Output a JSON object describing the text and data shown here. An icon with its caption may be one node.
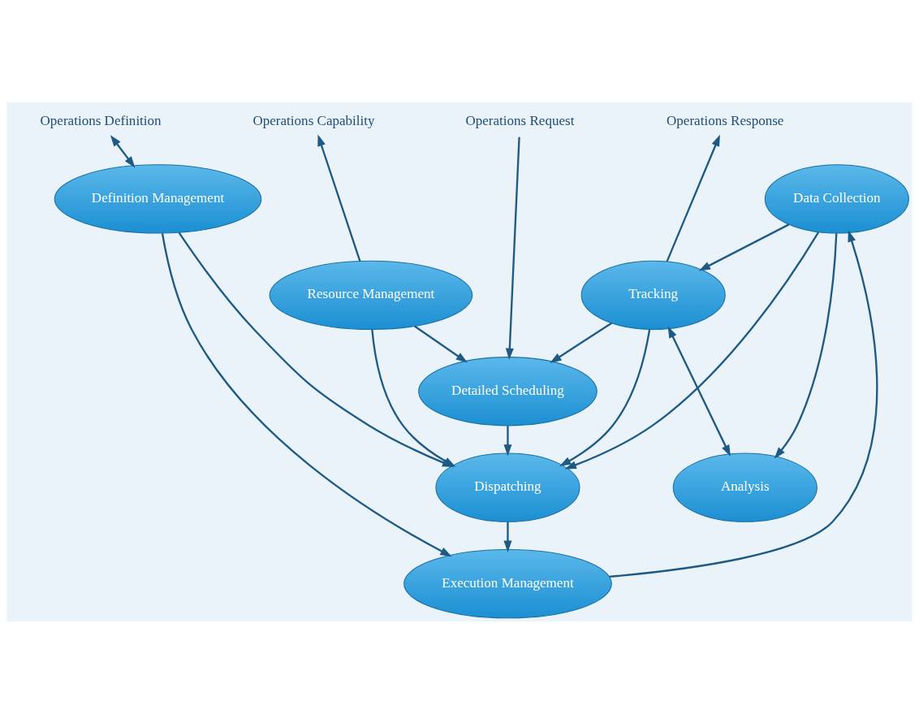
{
  "diagram": {
    "nodes": [
      {
        "text": [
          "Operations Definition"
        ]
      },
      {
        "text": [
          "Operations Capability"
        ]
      },
      {
        "text": [
          "Operations Request"
        ]
      },
      {
        "text": [
          "Operations Response"
        ]
      },
      {
        "text": [
          "Detailed Scheduling"
        ]
      },
      {
        "text": [
          "Resource Management"
        ]
      },
      {
        "text": [
          "Tracking"
        ]
      },
      {
        "text": [
          "Dispatching"
        ]
      },
      {
        "text": [
          "Analysis"
        ]
      },
      {
        "text": [
          "Definition Management"
        ]
      },
      {
        "text": [
          "Data Collection"
        ]
      },
      {
        "text": [
          "Execution Management"
        ]
      }
    ],
    "edges": [
      {
        "from": 0,
        "to": 9,
        "arrow": "both"
      },
      {
        "from": 5,
        "to": 1,
        "arrow": "to"
      },
      {
        "from": 2,
        "to": 4,
        "arrow": "to"
      },
      {
        "from": 6,
        "to": 3,
        "arrow": "to"
      },
      {
        "from": 5,
        "to": 4,
        "arrow": "to"
      },
      {
        "from": 6,
        "to": 4,
        "arrow": "to"
      },
      {
        "from": 4,
        "to": 7,
        "arrow": "to"
      },
      {
        "from": 5,
        "to": 7,
        "arrow": "to"
      },
      {
        "from": 9,
        "to": 7,
        "arrow": "to"
      },
      {
        "from": 6,
        "to": 7,
        "arrow": "to"
      },
      {
        "from": 10,
        "to": 7,
        "arrow": "to"
      },
      {
        "from": 10,
        "to": 6,
        "arrow": "to"
      },
      {
        "from": 6,
        "to": 8,
        "arrow": "both"
      },
      {
        "from": 10,
        "to": 8,
        "arrow": "to"
      },
      {
        "from": 7,
        "to": 11,
        "arrow": "to"
      },
      {
        "from": 9,
        "to": 11,
        "arrow": "to"
      },
      {
        "from": 11,
        "to": 10,
        "arrow": "to"
      }
    ]
  }
}
